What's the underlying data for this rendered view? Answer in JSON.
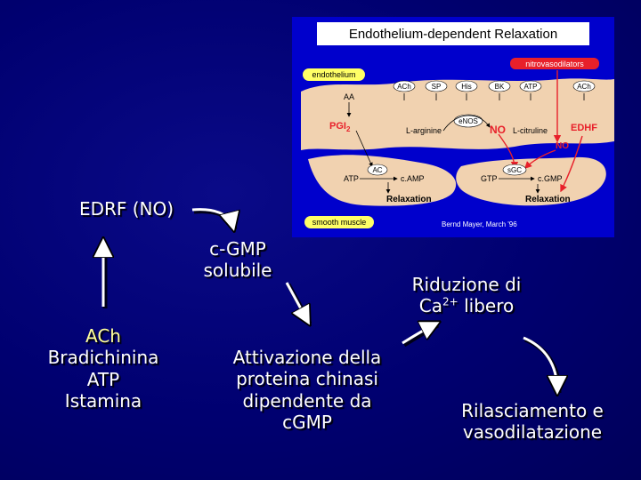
{
  "diagram": {
    "title": "Endothelium-dependent Relaxation",
    "nitrovasodilators": "nitrovasodilators",
    "endothelium": "endothelium",
    "agonists": [
      "ACh",
      "SP",
      "His",
      "BK",
      "ATP",
      "ACh"
    ],
    "aa": "AA",
    "pgi2": "PGI",
    "pgi2_sub": "2",
    "enos": "eNOS",
    "l_arginine": "L-arginine",
    "no": "NO",
    "l_citrulline": "L-citruline",
    "edhf": "EDHF",
    "no2": "NO",
    "ac": "AC",
    "atp_left": "ATP",
    "camp": "c.AMP",
    "relaxation_left": "Relaxation",
    "sgc": "sGC",
    "gtp": "GTP",
    "cgmp": "c.GMP",
    "relaxation_right": "Relaxation",
    "smooth_muscle": "smooth muscle",
    "credit": "Bernd Mayer, March '96",
    "colors": {
      "background": "#0000cc",
      "title_box": "#ffffff",
      "tissue": "#f1d2b0",
      "red": "#e8202a",
      "label_bg": "#ffff66"
    }
  },
  "labels": {
    "edrf": "EDRF (NO)",
    "cgmp_line1": "c-GMP",
    "cgmp_line2": "solubile",
    "riduzione_line1": "Riduzione di",
    "riduzione_ca": "Ca",
    "riduzione_sup": "2+",
    "riduzione_tail": " libero",
    "ach": "ACh",
    "bradichinina": "Bradichinina",
    "atp": "ATP",
    "istamina": "Istamina",
    "attivazione_line1": "Attivazione della",
    "attivazione_line2": "proteina chinasi",
    "attivazione_line3": "dipendente da",
    "attivazione_line4": "cGMP",
    "rilasciamento_line1": "Rilasciamento e",
    "rilasciamento_line2": "vasodilatazione"
  },
  "colors": {
    "slide_background": "#000066",
    "text": "#ffffff",
    "ach_highlight": "#ffff99"
  }
}
